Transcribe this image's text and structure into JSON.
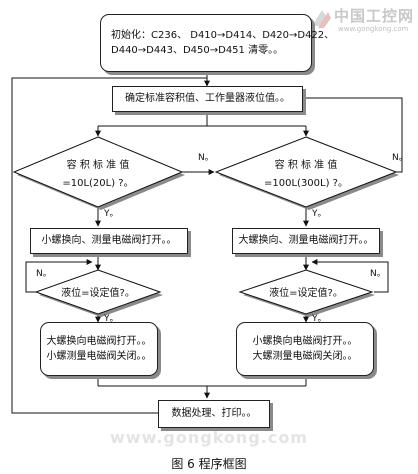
{
  "logo": {
    "name": "中国工控网",
    "url": "www.gongkong.com"
  },
  "watermark": "www.gongkong.com",
  "caption": "图 6 程序框图",
  "flowchart": {
    "init": {
      "line1": "初始化：C236、 D410→D414、D420→D422、",
      "line2": "D440→D443、D450→D451 清零。。"
    },
    "set_volume": "确定标准容积值、工作量器液位值。。",
    "decision_left": {
      "line1": "容 积 标 准 值",
      "line2": "=10L(20L) ?。"
    },
    "decision_right": {
      "line1": "容 积 标 准 值",
      "line2": "=100L(300L) ?。"
    },
    "small_valve_open": "小螺换向、测量电磁阀打开。。",
    "big_valve_open": "大螺换向、测量电磁阀打开。。",
    "level_check_left": "液位=设定值?。",
    "level_check_right": "液位=设定值?。",
    "left_action": {
      "line1": "大螺换向电磁阀打开。。",
      "line2": "小螺测量电磁阀关闭。。"
    },
    "right_action": {
      "line1": "小螺换向电磁阀打开。。",
      "line2": "大螺测量电磁阀关闭。。"
    },
    "process": "数据处理、打印。。",
    "labels": {
      "n_top_left": "N。",
      "n_top_right": "N。",
      "y_left": "Y。",
      "y_right": "Y。",
      "n_mid_left": "N。",
      "n_mid_right": "N。",
      "y_mid_left": "Y。",
      "y_mid_right": "Y。"
    }
  }
}
